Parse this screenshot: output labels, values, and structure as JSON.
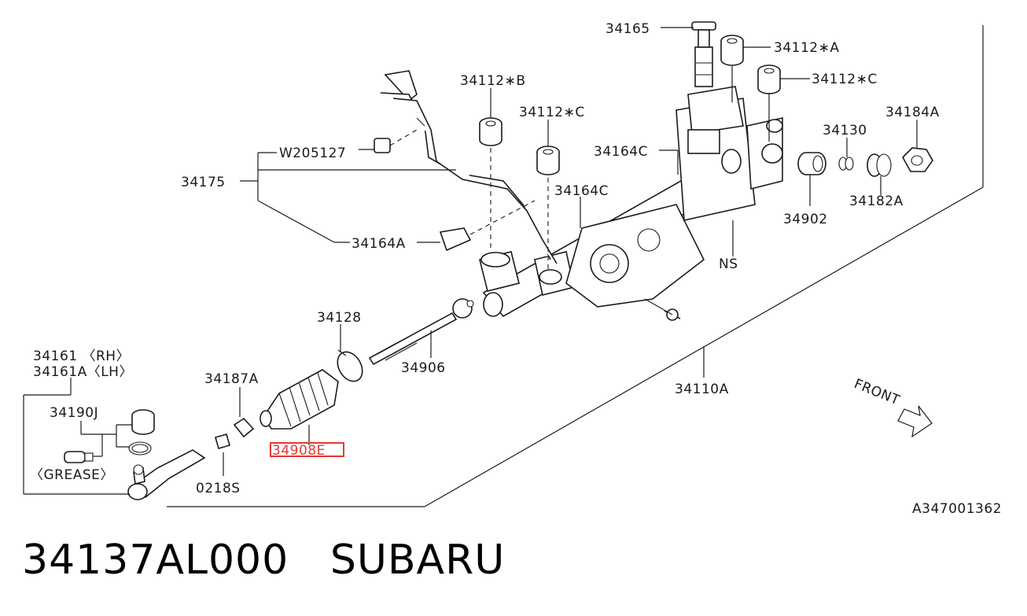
{
  "diagram": {
    "reference_code": "A347001362",
    "front_label": "FRONT",
    "callouts": {
      "p34165": "34165",
      "p34112A": "34112∗A",
      "p34112B": "34112∗B",
      "p34112C_top": "34112∗C",
      "p34112C_right": "34112∗C",
      "p34184A": "34184A",
      "p34130": "34130",
      "p34164C_upper": "34164C",
      "p34164C_lower": "34164C",
      "pW205127": "W205127",
      "p34175": "34175",
      "p34164A": "34164A",
      "p34902": "34902",
      "p34182A": "34182A",
      "pNS": "NS",
      "p34128": "34128",
      "p34906": "34906",
      "p34110A": "34110A",
      "p34161": "34161 〈RH〉",
      "p34161A": "34161A〈LH〉",
      "p34187A": "34187A",
      "p34190J": "34190J",
      "pGrease": "〈GREASE〉",
      "p0218S": "0218S",
      "p34908E": "34908E"
    },
    "highlighted_part": "34908E",
    "highlight_color": "#e53935"
  },
  "footer": {
    "part_number": "34137AL000",
    "brand": "SUBARU"
  }
}
